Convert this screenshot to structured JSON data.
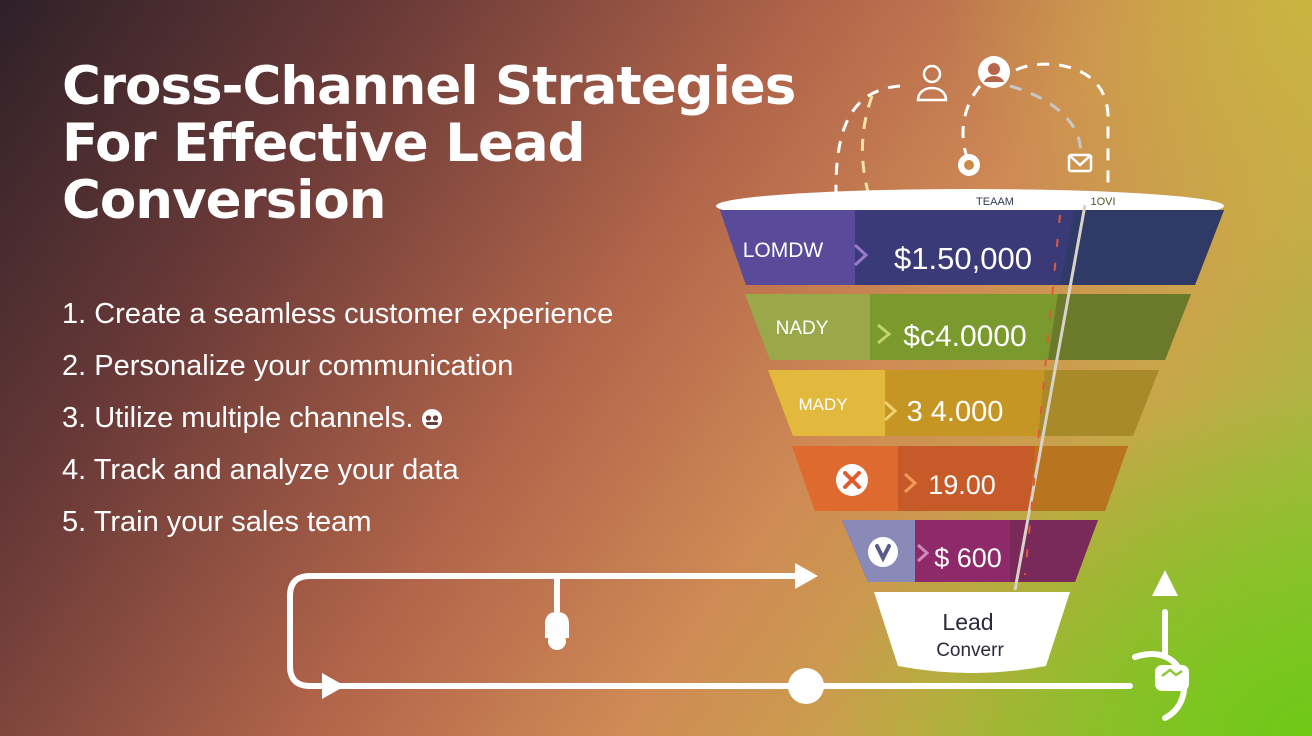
{
  "title": "Cross-Channel Strategies For Effective Lead Conversion",
  "steps": [
    "1. Create a seamless customer experience",
    "2. Personalize your communication",
    "3. Utilize multiple channels.",
    "4. Track and analyze your data",
    "5. Train your sales team"
  ],
  "funnel": {
    "header_left": "TEAAM",
    "header_right": "1OVI",
    "bottom_line1": "Lead",
    "bottom_line2": "Converr",
    "tiers": [
      {
        "label": "LOMDW",
        "value": "$1.50,000",
        "color": "#3b3a78"
      },
      {
        "label": "NADY",
        "value": "$c4.0000",
        "color": "#7a9a2e"
      },
      {
        "label": "MADY",
        "value": "3 4.000",
        "color": "#d7a52a"
      },
      {
        "label": "",
        "value": "19.00",
        "color": "#df5a2c"
      },
      {
        "label": "",
        "value": "$ 600",
        "color": "#8e2a6a"
      }
    ]
  },
  "icons": [
    "person-icon",
    "headset-icon",
    "award-icon",
    "email-icon",
    "team-icon",
    "x-circle-icon",
    "check-circle-icon",
    "handshake-icon",
    "up-arrow-icon",
    "right-arrow-icon"
  ]
}
